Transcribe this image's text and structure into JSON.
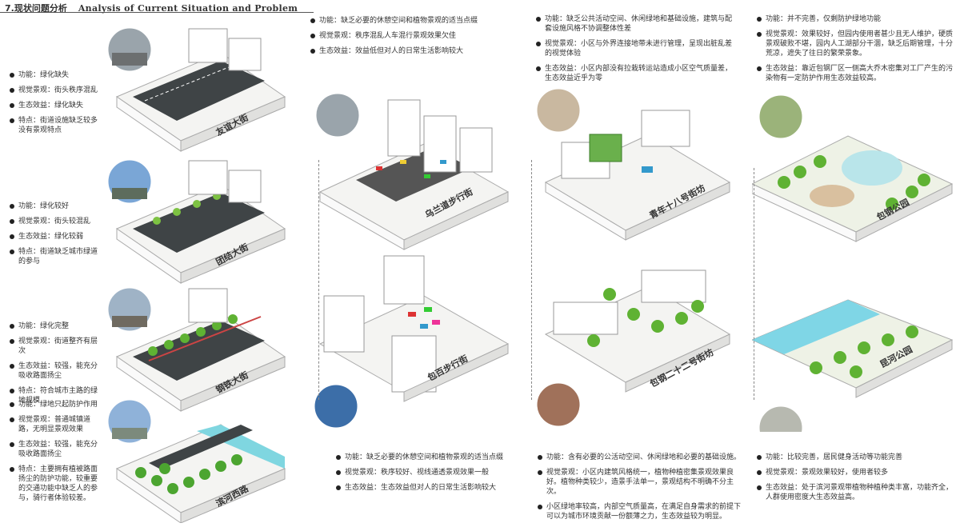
{
  "title": {
    "cn": "7.现状问题分析",
    "en": "Analysis of Current Situation and Problem"
  },
  "col1": [
    {
      "label": "友谊大街",
      "items": [
        "功能：绿化缺失",
        "视觉景观：街头秩序混乱",
        "生态效益：绿化缺失",
        "特点：街道设施缺乏较多没有景观特点"
      ]
    },
    {
      "label": "团结大街",
      "items": [
        "功能：绿化较好",
        "视觉景观：街头较混乱",
        "生态效益：绿化较弱",
        "特点：街道缺乏城市绿道的参与"
      ]
    },
    {
      "label": "钢铁大街",
      "items": [
        "功能：绿化完整",
        "视觉景观：街道整齐有层次",
        "生态效益：较强，能充分吸收路面扬尘",
        "特点：符合城市主路的绿地规模"
      ]
    },
    {
      "label": "滨河西路",
      "items": [
        "功能：绿地只起防护作用",
        "视觉景观：普通城镇道路，无明显景观效果",
        "生态效益：较强，能充分吸收路面扬尘",
        "特点：主要拥有植被路面扬尘的防护功能，较重要的交通功能中缺乏人的参与，骑行者体验较差。"
      ]
    }
  ],
  "col2": [
    {
      "label": "乌兰道步行街",
      "items": [
        "功能：缺乏必要的休憩空间和植物景观的适当点缀",
        "视觉景观：秩序混乱人车混行景观效果欠佳",
        "生态效益：效益低但对人的日常生活影响较大"
      ]
    },
    {
      "label": "包百步行街",
      "items": [
        "功能：缺乏必要的休憩空间和植物景观的适当点缀",
        "视觉景观：秩序较好、视线通透景观效果一般",
        "生态效益：生态效益但对人的日常生活影响较大"
      ]
    }
  ],
  "col3": [
    {
      "label": "青年十八号街坊",
      "items": [
        "功能：缺乏公共活动空间、休闲绿地和基础设施，建筑与配套设施风格不协调整体性差",
        "视觉景观：小区与外界连接地带未进行管理，呈现出脏乱差的视觉体验",
        "生态效益：小区内部没有拉栽转运站造成小区空气质量差，生态效益近乎为零"
      ]
    },
    {
      "label": "包钢二十二号街坊",
      "items": [
        "功能：含有必要的公活动空间、休闲绿地和必要的基础设施。",
        "视觉景观：小区内建筑风格统一，植物种植密集景观效果良好。植物种类较少，造景手法单一，景观结构不明确不分主次。",
        "小区绿地率较高，内部空气质量高，在满足自身需求的前提下可以为城市环境贡献一份额薄之力，生态效益较为明显。"
      ]
    }
  ],
  "col4": [
    {
      "label": "包钢公园",
      "items": [
        "功能：并不完善，仅剩防护绿地功能",
        "视觉景观：效果较好，但园内使用者甚少且无人维护，硬质景观破败不堪，园内人工湖部分干涸，缺乏后期管理，十分荒凉，遮失了往日的繁荣景象。",
        "生态效益：靠近包钢厂区一侧高大乔木密集对工厂产生的污染物有一定防护作用生态效益较高。"
      ]
    },
    {
      "label": "昆河公园",
      "items": [
        "功能：比较完善，居民健身活动等功能完善",
        "视觉景观：景观效果较好，使用者较多",
        "生态效益：处于滨河景观带植物种植种类丰富，功能齐全，人群使用密度大生态效益高。"
      ]
    }
  ]
}
